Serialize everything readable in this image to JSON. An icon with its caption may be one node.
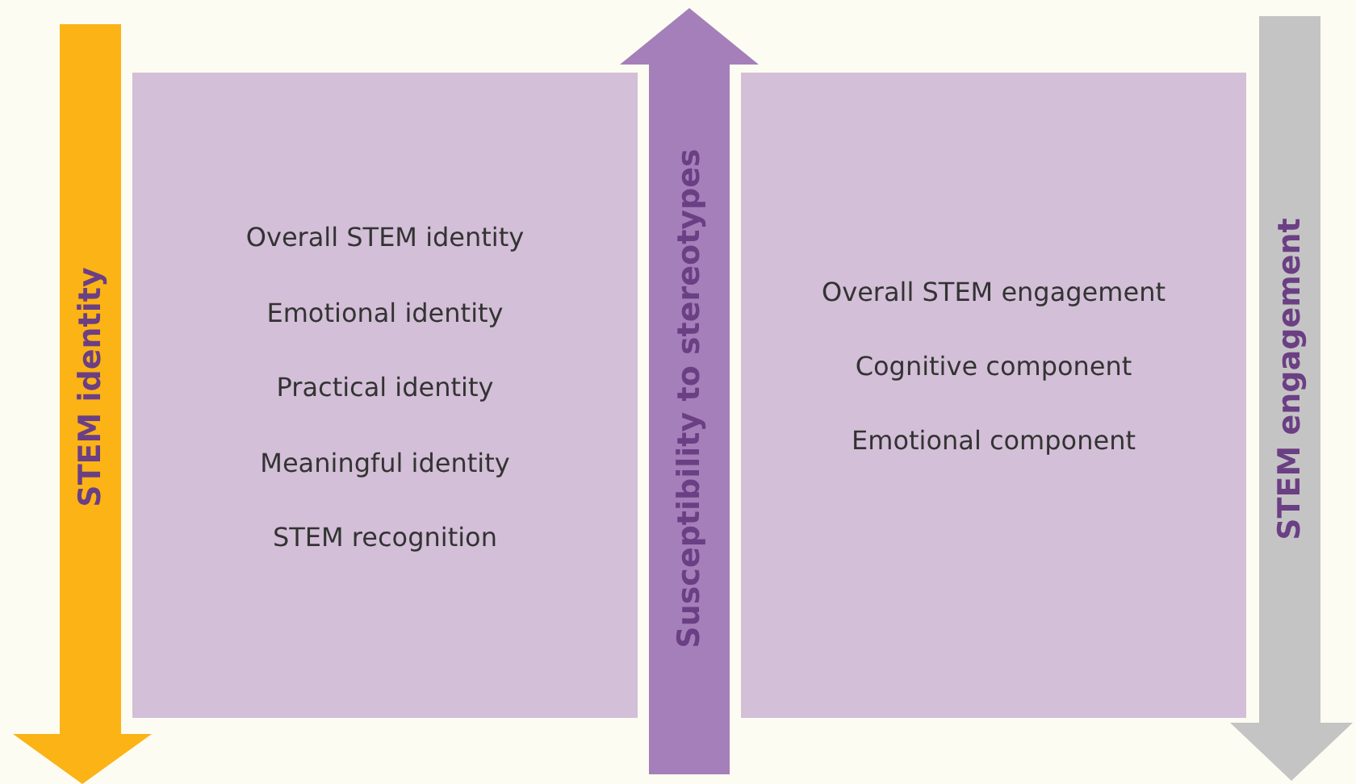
{
  "diagram": {
    "nodes": [
      {
        "text": [
          "STEM identity"
        ]
      },
      {
        "text": [
          "Overall STEM identity",
          "Emotional identity",
          "Practical identity",
          "Meaningful identity",
          "STEM recognition"
        ]
      },
      {
        "text": [
          "Susceptibility to stereotypes"
        ]
      },
      {
        "text": [
          "Overall STEM engagement",
          "Cognitive component",
          "Emotional component"
        ]
      },
      {
        "text": [
          "STEM engagement"
        ]
      }
    ]
  }
}
